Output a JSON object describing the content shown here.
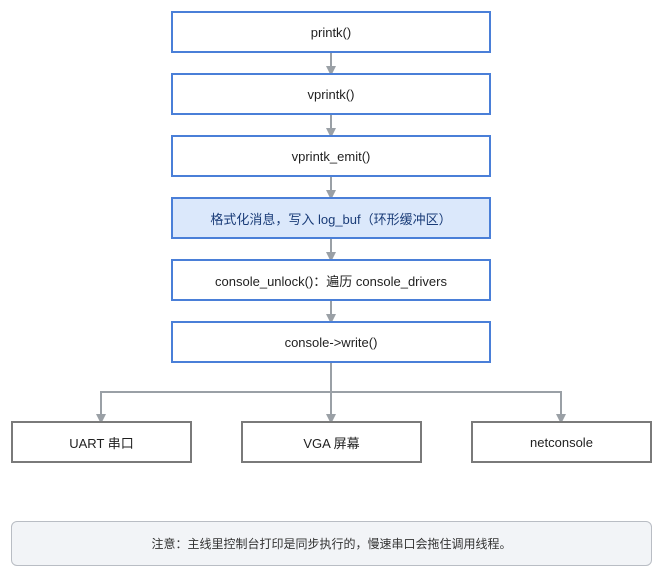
{
  "flow": {
    "printk": "printk()",
    "vprintk": "vprintk()",
    "vprintk_emit": "vprintk_emit()",
    "format_log": "格式化消息，写入 log_buf（环形缓冲区）",
    "console_unlock": "console_unlock()：遍历 console_drivers",
    "console_write": "console->write()"
  },
  "outputs": {
    "uart": "UART 串口",
    "vga": "VGA 屏幕",
    "netconsole": "netconsole"
  },
  "note": {
    "text": "注意：主线里控制台打印是同步执行的，慢速串口会拖住调用线程。"
  },
  "colors": {
    "node_border": "#4a7fd8",
    "highlight_fill": "#dbe8fb",
    "leaf_border": "#7a7a7a",
    "connector": "#9aa0a6",
    "note_fill": "#f2f4f7"
  }
}
